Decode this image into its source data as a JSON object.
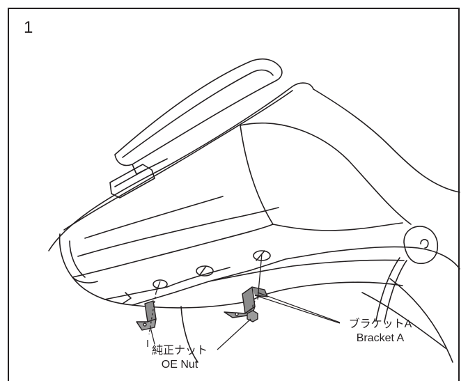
{
  "step": {
    "number": "1"
  },
  "labels": {
    "bracket_a": {
      "jp": "ブラケットA",
      "en": "Bracket A"
    },
    "oe_nut": {
      "jp": "純正ナット",
      "en": "OE Nut"
    }
  },
  "colors": {
    "line": "#231f20",
    "background": "#ffffff",
    "part_fill": "#8c8c8c"
  }
}
